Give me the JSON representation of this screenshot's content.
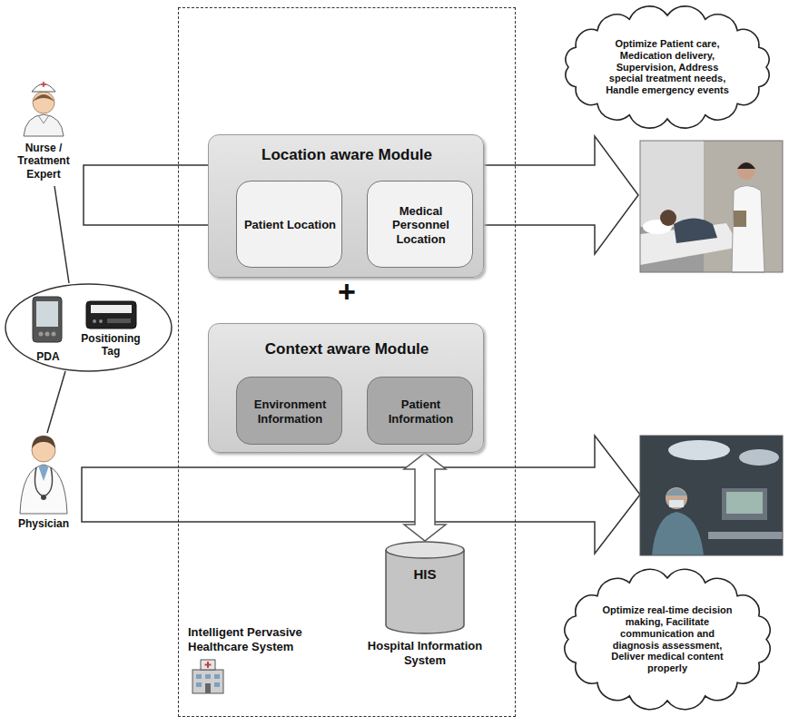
{
  "diagram": {
    "nodes": [
      {
        "text": [
          "Intelligent Pervasive Healthcare System"
        ]
      },
      {
        "text": [
          "Location aware Module"
        ],
        "in": 0
      },
      {
        "text": [
          "Patient Location"
        ],
        "in": 1
      },
      {
        "text": [
          "Medical Personnel Location"
        ],
        "in": 1
      },
      {
        "text": [
          "Context aware Module"
        ],
        "in": 0
      },
      {
        "text": [
          "Environment Information"
        ],
        "in": 4
      },
      {
        "text": [
          "Patient Information"
        ],
        "in": 4
      },
      {
        "text": [
          "HIS",
          "Hospital Information System"
        ],
        "in": 0
      },
      {
        "text": [
          "PDA",
          "Positioning Tag"
        ]
      },
      {
        "text": [
          "Optimize Patient care, Medication delivery, Supervision, Address special treatment needs, Handle emergency events"
        ]
      },
      {
        "text": [
          "Optimize real-time decision making, Facilitate communication and diagnosis assessment, Deliver medical content properly"
        ]
      }
    ],
    "edges": [
      {
        "from": 4,
        "to": 7,
        "arrow": "both"
      }
    ],
    "labels": [
      "Nurse / Treatment Expert",
      "Physician",
      "+"
    ]
  }
}
